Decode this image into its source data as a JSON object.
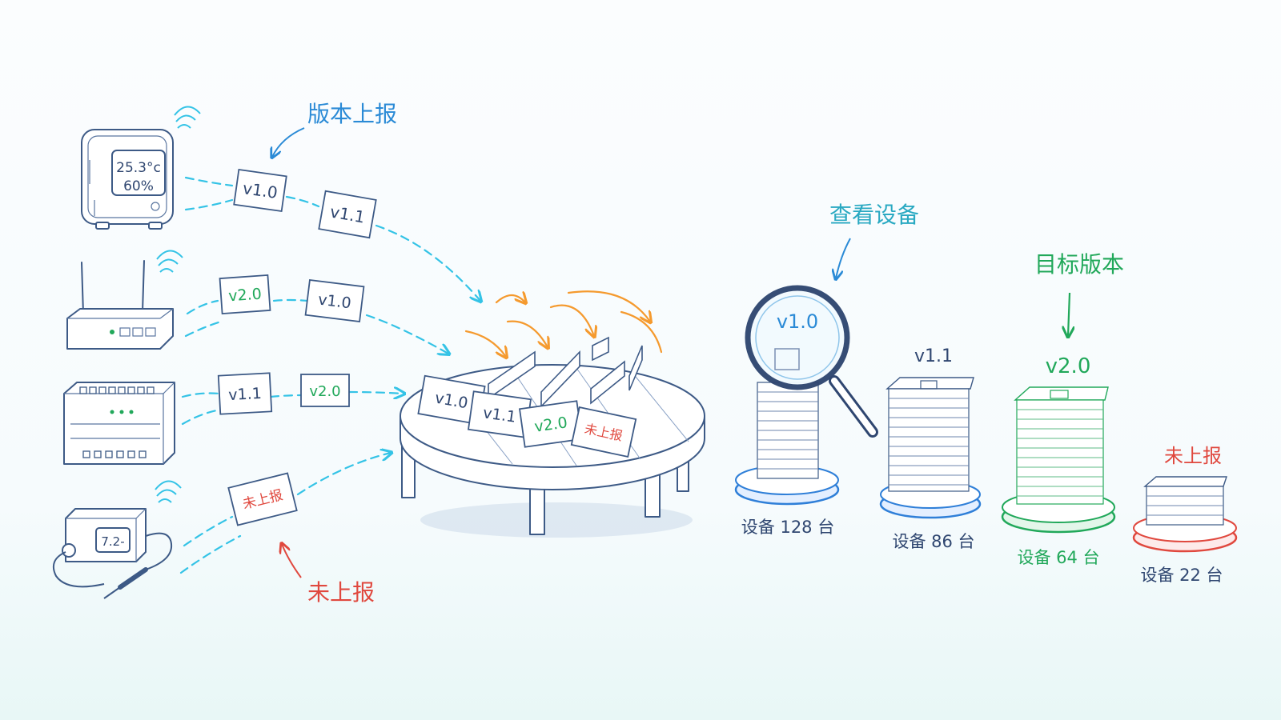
{
  "annotations": {
    "report_label": "版本上报",
    "not_reported_label": "未上报",
    "view_devices_label": "查看设备",
    "target_version_label": "目标版本"
  },
  "devices": [
    {
      "name": "temperature-sensor",
      "screen": [
        "25.3°c",
        "60%"
      ],
      "cards": [
        "v1.0",
        "v1.1"
      ]
    },
    {
      "name": "router",
      "cards": [
        "v2.0",
        "v1.0"
      ]
    },
    {
      "name": "plc-controller",
      "cards": [
        "v1.1",
        "v2.0"
      ]
    },
    {
      "name": "probe-sensor",
      "screen": [
        "7.2-"
      ],
      "cards": [
        "未上报"
      ]
    }
  ],
  "table_cards": [
    "v1.0",
    "v1.1",
    "v2.0",
    "未上报"
  ],
  "stacks": [
    {
      "version": "v1.0",
      "count_label": "设备 128 台",
      "color": "#2f7fd8"
    },
    {
      "version": "v1.1",
      "count_label": "设备 86 台",
      "color": "#2f7fd8"
    },
    {
      "version": "v2.0",
      "count_label": "设备 64 台",
      "color": "#21a85a"
    },
    {
      "version": "未上报",
      "count_label": "设备 22 台",
      "color": "#e0483e"
    }
  ],
  "colors": {
    "blue": "#2a8ad6",
    "green": "#21a85a",
    "red": "#e0483e",
    "orange": "#f59a2e",
    "cyan": "#34c3e6",
    "ink": "#3d5a86"
  }
}
